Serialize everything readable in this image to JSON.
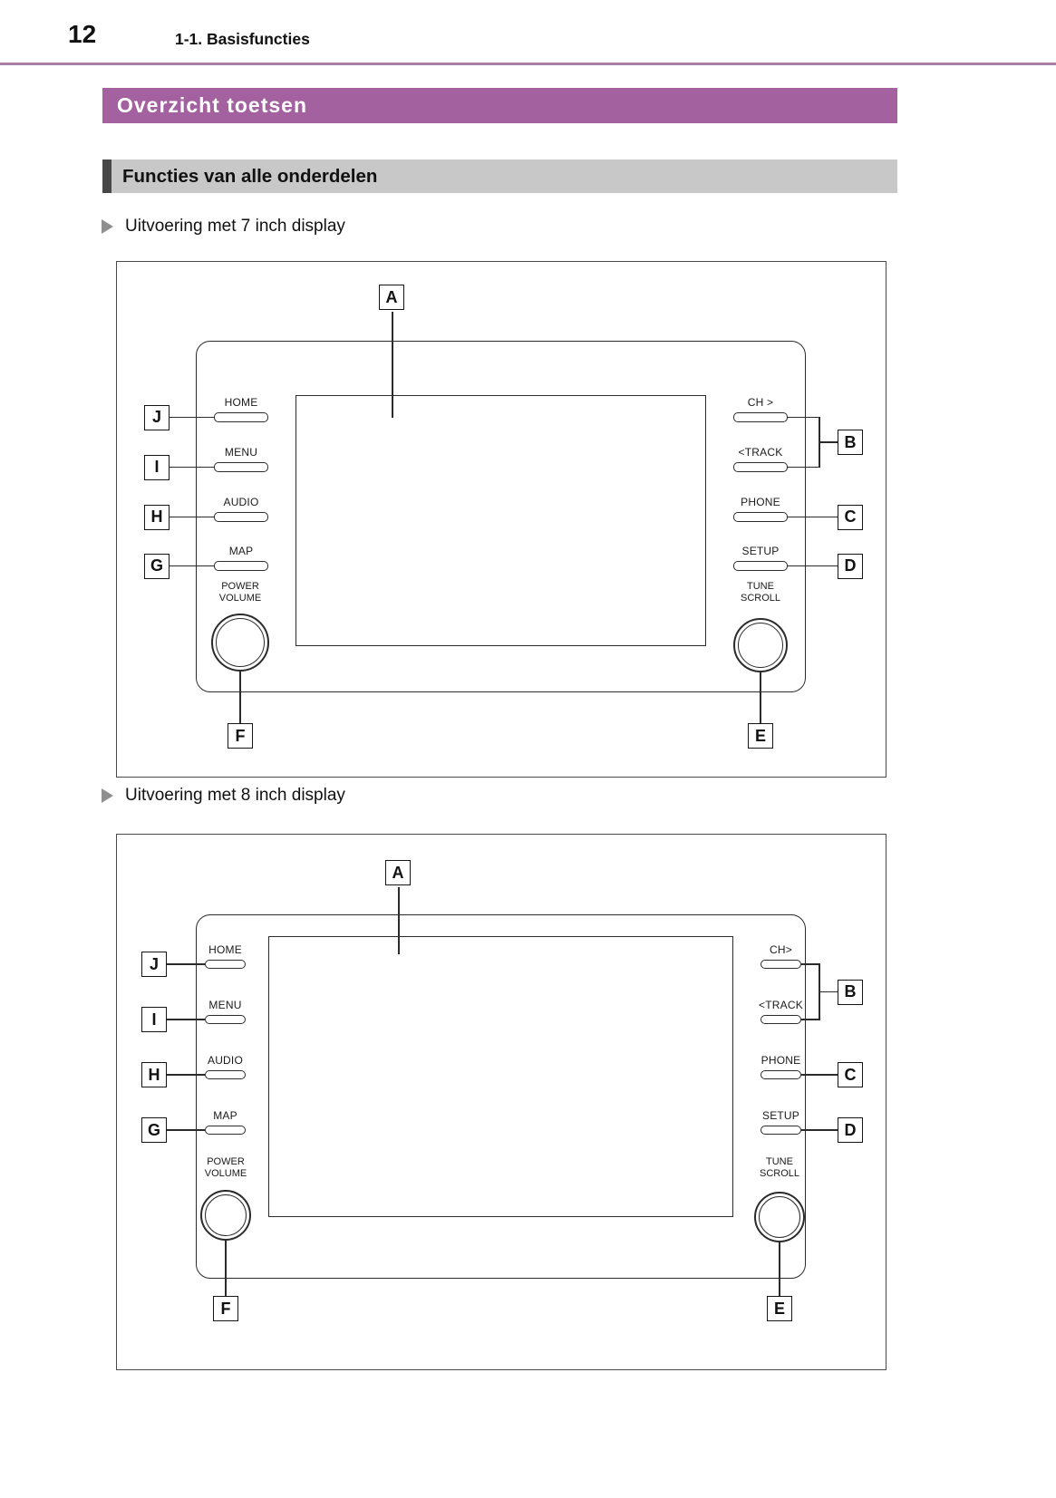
{
  "colors": {
    "accent": "#a4619f",
    "rule": "#a87da6",
    "banner-gray": "#c8c8c8",
    "banner-bar": "#474747",
    "bullet": "#8f8f8f",
    "line": "#2b2b2b"
  },
  "page": {
    "number": "12",
    "section": "1-1. Basisfuncties"
  },
  "banners": {
    "title": "Overzicht toetsen",
    "subtitle": "Functies van alle onderdelen"
  },
  "variants": [
    {
      "heading": "Uitvoering met 7 inch display",
      "screen_callout": "A",
      "left_controls": [
        {
          "label": "HOME",
          "callout": "J"
        },
        {
          "label": "MENU",
          "callout": "I"
        },
        {
          "label": "AUDIO",
          "callout": "H"
        },
        {
          "label": "MAP",
          "callout": "G"
        }
      ],
      "right_controls": [
        {
          "label": "CH >"
        },
        {
          "label": "<TRACK"
        },
        {
          "label": "PHONE"
        },
        {
          "label": "SETUP"
        }
      ],
      "right_callouts": [
        {
          "letter": "B",
          "buttons": [
            0,
            1
          ]
        },
        {
          "letter": "C",
          "buttons": [
            2
          ]
        },
        {
          "letter": "D",
          "buttons": [
            3
          ]
        }
      ],
      "left_knob": {
        "label": "POWER\nVOLUME",
        "callout": "F"
      },
      "right_knob": {
        "label": "TUNE\nSCROLL",
        "callout": "E"
      }
    },
    {
      "heading": "Uitvoering met 8 inch display",
      "screen_callout": "A",
      "left_controls": [
        {
          "label": "HOME",
          "callout": "J"
        },
        {
          "label": "MENU",
          "callout": "I"
        },
        {
          "label": "AUDIO",
          "callout": "H"
        },
        {
          "label": "MAP",
          "callout": "G"
        }
      ],
      "right_controls": [
        {
          "label": "CH>"
        },
        {
          "label": "<TRACK"
        },
        {
          "label": "PHONE"
        },
        {
          "label": "SETUP"
        }
      ],
      "right_callouts": [
        {
          "letter": "B",
          "buttons": [
            0,
            1
          ]
        },
        {
          "letter": "C",
          "buttons": [
            2
          ]
        },
        {
          "letter": "D",
          "buttons": [
            3
          ]
        }
      ],
      "left_knob": {
        "label": "POWER\nVOLUME",
        "callout": "F"
      },
      "right_knob": {
        "label": "TUNE\nSCROLL",
        "callout": "E"
      }
    }
  ]
}
